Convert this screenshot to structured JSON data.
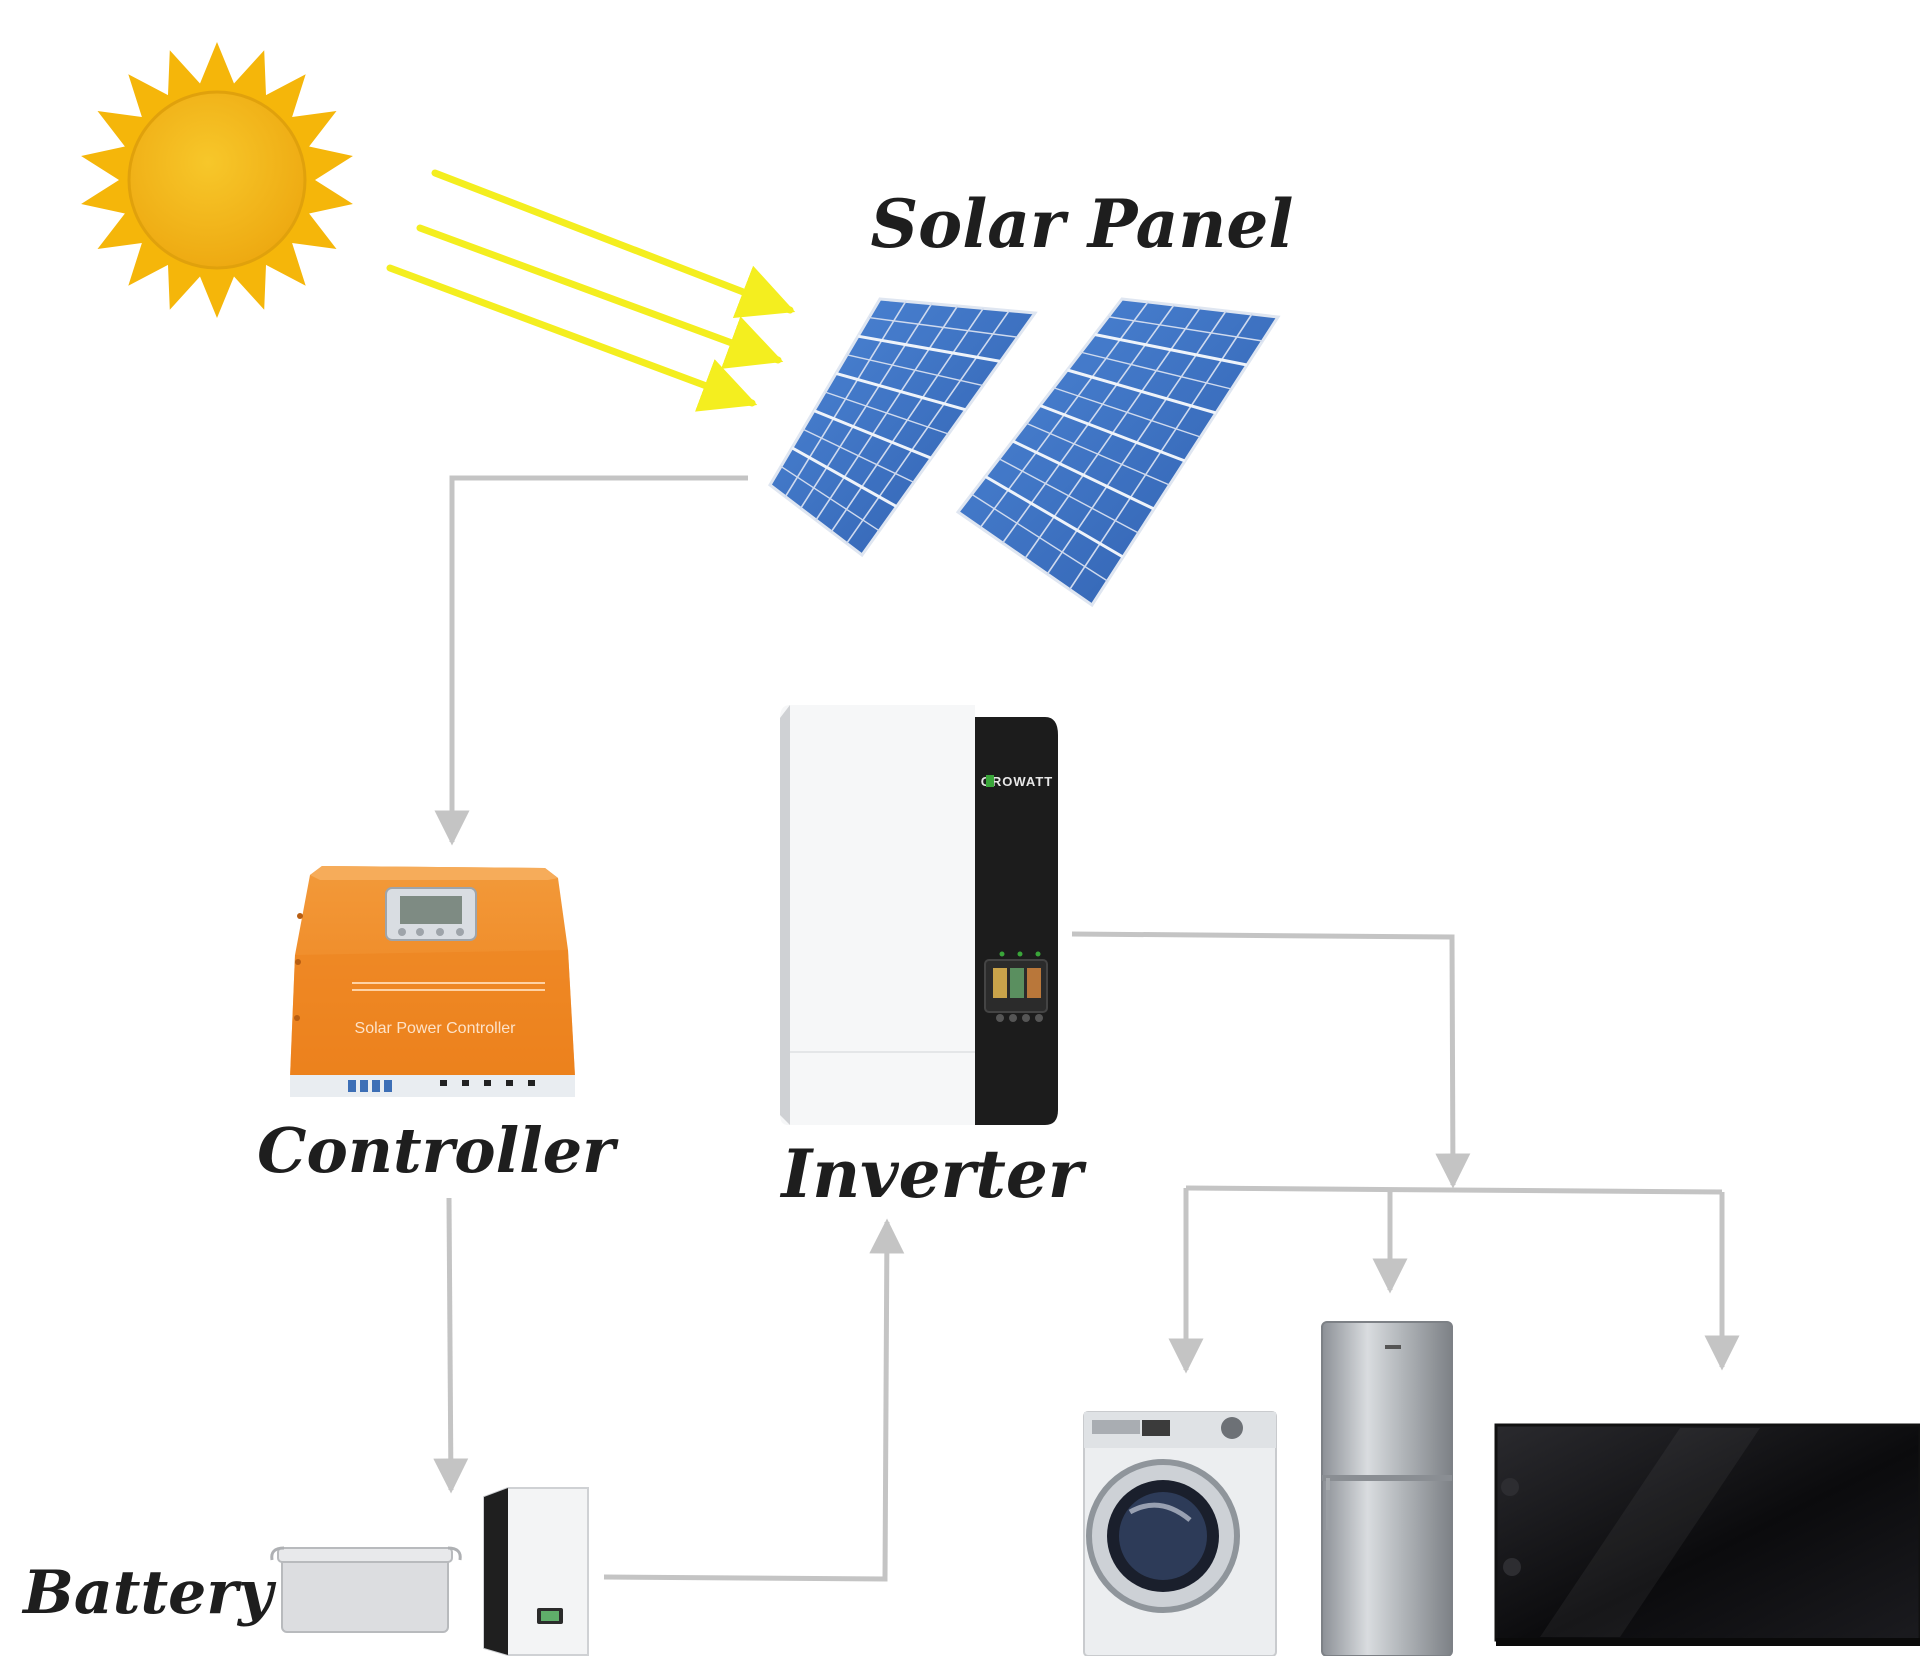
{
  "labels": {
    "solar_panel": "Solar Panel",
    "controller": "Controller",
    "inverter": "Inverter",
    "battery": "Battery"
  },
  "device_text": {
    "controller_face": "Solar Power Controller",
    "inverter_brand": "GROWATT"
  },
  "colors": {
    "sun": "#f5b60a",
    "sun_core": "#f2b31a",
    "sun_rays_arrows": "#f4ee1f",
    "panel_blue": "#3a6fc4",
    "connector_gray": "#c4c4c4",
    "controller_orange": "#f08a24",
    "inverter_black": "#1c1c1c",
    "brand_green": "#3aa63a"
  },
  "icons": [
    "sun-icon",
    "solar-panel-icon",
    "charge-controller-icon",
    "inverter-icon",
    "lead-acid-battery-icon",
    "wall-battery-icon",
    "washing-machine-icon",
    "refrigerator-icon",
    "television-icon"
  ]
}
